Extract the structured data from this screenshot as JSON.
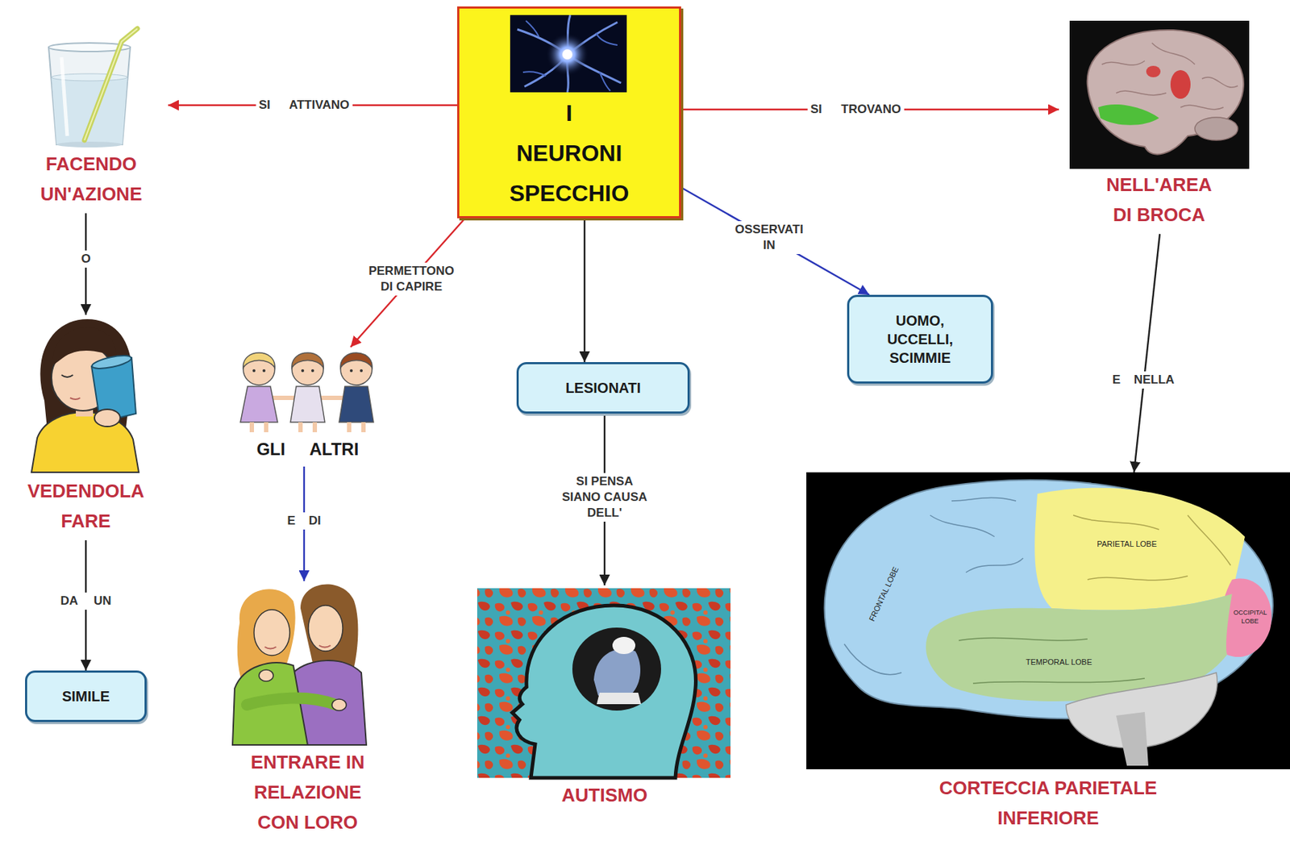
{
  "diagram": {
    "nodes": [
      {
        "text": [
          "I NEURONI SPECCHIO"
        ]
      },
      {
        "text": [
          "FACENDO UN'AZIONE"
        ]
      },
      {
        "text": [
          "NELL'AREA DI BROCA"
        ]
      },
      {
        "text": [
          "VEDENDOLA FARE"
        ]
      },
      {
        "text": [
          "GLI ALTRI"
        ]
      },
      {
        "text": [
          "LESIONATI"
        ]
      },
      {
        "text": [
          "UOMO, UCCELLI, SCIMMIE"
        ]
      },
      {
        "text": [
          "SIMILE"
        ]
      },
      {
        "text": [
          "ENTRARE IN RELAZIONE CON LORO"
        ]
      },
      {
        "text": [
          "AUTISMO"
        ]
      },
      {
        "text": [
          "CORTECCIA PARIETALE INFERIORE"
        ]
      }
    ],
    "edges": [
      {
        "from": 0,
        "to": 1,
        "label": "SI ATTIVANO",
        "arrow": "to"
      },
      {
        "from": 0,
        "to": 2,
        "label": "SI TROVANO",
        "arrow": "to"
      },
      {
        "from": 1,
        "to": 3,
        "label": "O",
        "arrow": "to"
      },
      {
        "from": 0,
        "to": 4,
        "label": "PERMETTONO DI CAPIRE",
        "arrow": "to"
      },
      {
        "from": 0,
        "to": 5,
        "arrow": "to"
      },
      {
        "from": 0,
        "to": 6,
        "label": "OSSERVATI IN",
        "arrow": "to"
      },
      {
        "from": 3,
        "to": 7,
        "label": "DA UN",
        "arrow": "to"
      },
      {
        "from": 4,
        "to": 8,
        "label": "E DI",
        "arrow": "to"
      },
      {
        "from": 5,
        "to": 9,
        "label": "SI PENSA SIANO CAUSA DELL'",
        "arrow": "to"
      },
      {
        "from": 2,
        "to": 10,
        "label": "E NELLA",
        "arrow": "to"
      }
    ],
    "labels": [
      "FRONTAL LOBE",
      "PARIETAL LOBE",
      "TEMPORAL LOBE",
      "OCCIPITAL LOBE"
    ]
  }
}
